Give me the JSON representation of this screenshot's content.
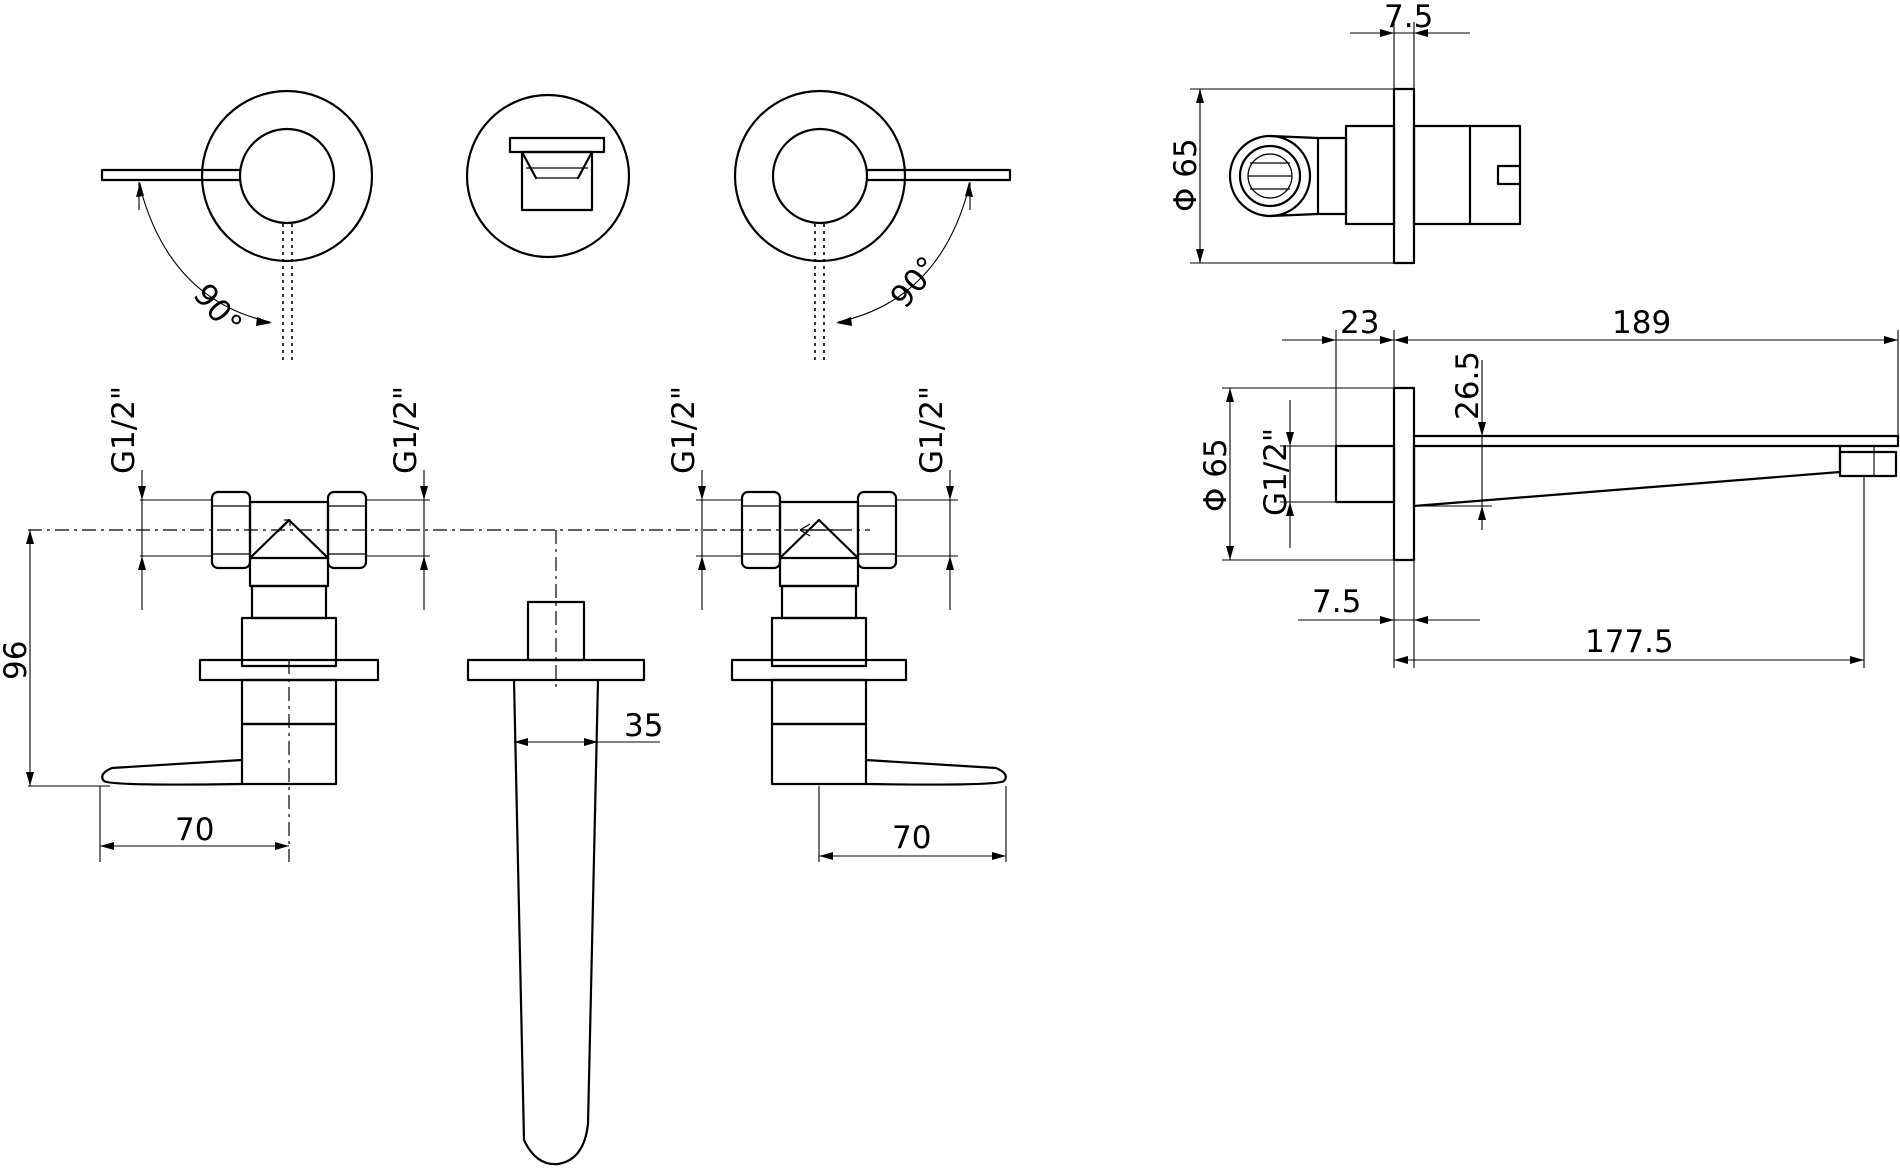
{
  "dimensions": {
    "top_thread_gap": "7.5",
    "side_diameter": "Φ 65",
    "left_angle": "90°",
    "right_angle": "90°",
    "left_inlet_1": "G1/2\"",
    "left_inlet_2": "G1/2\"",
    "right_inlet_1": "G1/2\"",
    "right_inlet_2": "G1/2\"",
    "body_height": "96",
    "left_lever_length": "70",
    "right_lever_length": "70",
    "spout_width": "35",
    "spout_sleeve": "23",
    "spout_total": "189",
    "spout_height": "26.5",
    "spout_diameter": "Φ 65",
    "spout_thread": "G1/2\"",
    "spout_plate": "7.5",
    "spout_projection": "177.5"
  },
  "colors": {
    "line": "#000000",
    "background": "#ffffff"
  }
}
